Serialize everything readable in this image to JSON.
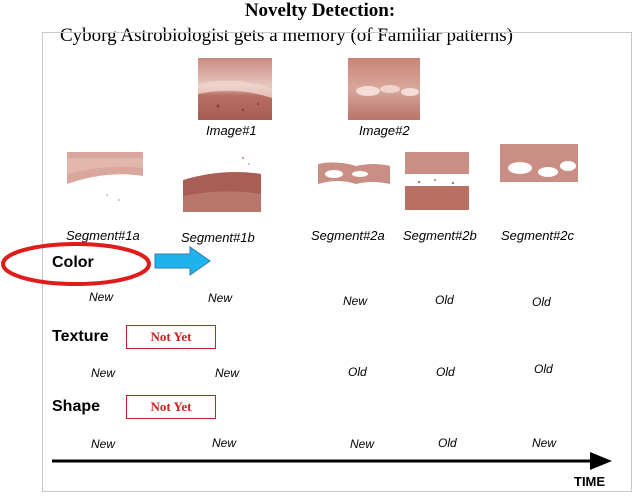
{
  "heading": {
    "title": "Novelty Detection:",
    "subtitle": "Cyborg Astrobiologist gets a memory (of Familiar patterns)"
  },
  "images": [
    {
      "label": "Image#1"
    },
    {
      "label": "Image#2"
    }
  ],
  "segments": [
    {
      "label": "Segment#1a"
    },
    {
      "label": "Segment#1b"
    },
    {
      "label": "Segment#2a"
    },
    {
      "label": "Segment#2b"
    },
    {
      "label": "Segment#2c"
    }
  ],
  "features": [
    {
      "name": "Color",
      "status": "",
      "results": [
        "New",
        "New",
        "New",
        "Old",
        "Old"
      ]
    },
    {
      "name": "Texture",
      "status": "Not Yet",
      "results": [
        "New",
        "New",
        "Old",
        "Old",
        "Old"
      ]
    },
    {
      "name": "Shape",
      "status": "Not Yet",
      "results": [
        "New",
        "New",
        "New",
        "Old",
        "New"
      ]
    }
  ],
  "timeline": {
    "label": "TIME"
  },
  "colors": {
    "highlight_ellipse": "#e01b1b",
    "arrow_fill": "#1fb3ee",
    "not_yet_border": "#cc1f1f",
    "rock_dark": "#b06a5f",
    "rock_light": "#e8c7bd"
  }
}
